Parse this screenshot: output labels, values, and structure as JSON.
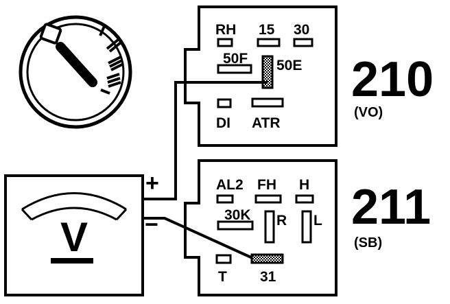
{
  "connector_210": {
    "number": "210",
    "code": "(VO)",
    "pins": {
      "rh": "RH",
      "p15": "15",
      "p30": "30",
      "p50f": "50F",
      "p50e": "50E",
      "di": "DI",
      "atr": "ATR"
    }
  },
  "connector_211": {
    "number": "211",
    "code": "(SB)",
    "pins": {
      "al2": "AL2",
      "fh": "FH",
      "h": "H",
      "p30k": "30K",
      "r": "R",
      "l": "L",
      "t": "T",
      "p31": "31"
    }
  },
  "voltmeter": {
    "symbol": "V",
    "plus": "+",
    "minus": "="
  }
}
